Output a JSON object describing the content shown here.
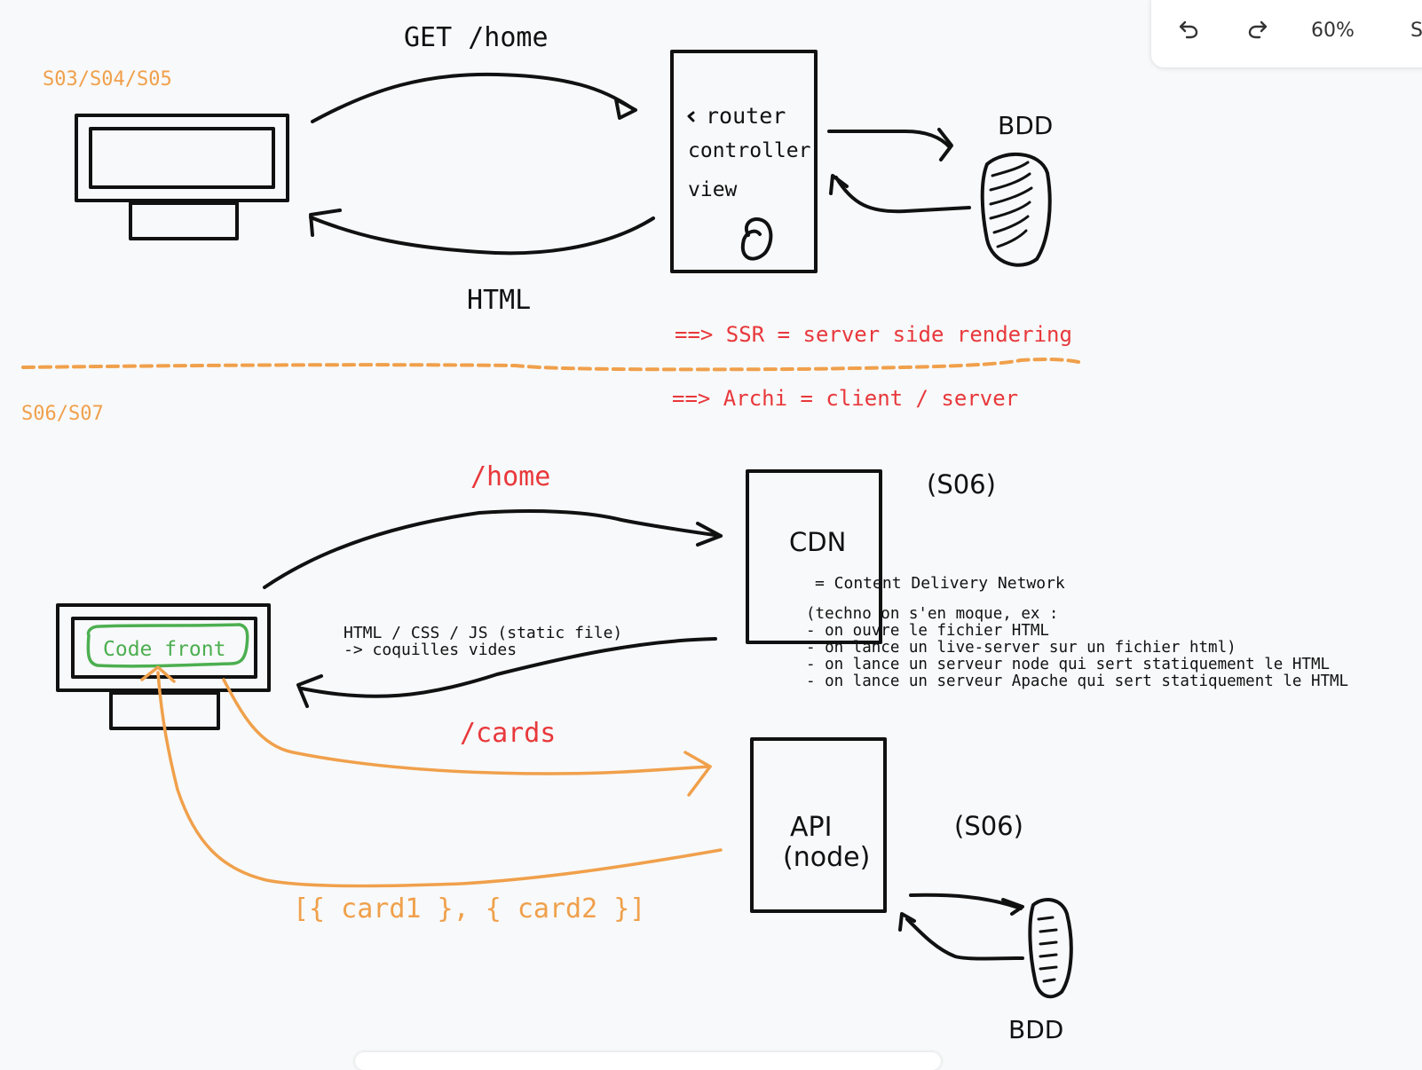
{
  "toolbar": {
    "undo_icon": "undo-icon",
    "redo_icon": "redo-icon",
    "zoom": "60%",
    "cut_label": "S"
  },
  "colors": {
    "ink": "#111111",
    "orange": "#f0a04b",
    "red": "#e8383b",
    "green": "#4caf50",
    "background": "#f8f9fa"
  },
  "section1": {
    "label": "S03/S04/S05",
    "request": "GET /home",
    "response": "HTML",
    "server_lines": [
      "router",
      "controller",
      "view"
    ],
    "db_label": "BDD",
    "note": "==> SSR = server side rendering"
  },
  "section2": {
    "label": "S06/S07",
    "note": "==> Archi = client / server",
    "request_home": "/home",
    "cdn_label": "CDN",
    "cdn_tag": "(S06)",
    "cdn_desc": "= Content Delivery Network",
    "cdn_details": [
      "(techno on s'en moque, ex :",
      "- on ouvre le fichier HTML",
      "- on lance un live-server sur un fichier html)",
      "- on lance un serveur node qui sert statiquement le HTML",
      "- on lance un serveur Apache qui sert statiquement le HTML"
    ],
    "static_response": [
      "HTML / CSS / JS (static file)",
      "-> coquilles vides"
    ],
    "code_front": "Code front",
    "request_cards": "/cards",
    "api_label_1": "API",
    "api_label_2": "(node)",
    "api_tag": "(S06)",
    "cards_response": "[{ card1 }, { card2 }]",
    "db_label": "BDD"
  }
}
